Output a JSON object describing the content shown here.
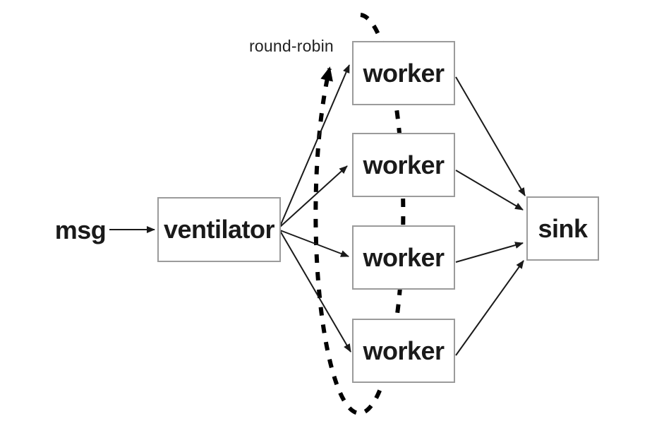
{
  "labels": {
    "msg": "msg",
    "round_robin": "round-robin"
  },
  "nodes": [
    {
      "id": "ventilator",
      "label": "ventilator"
    },
    {
      "id": "worker-1",
      "label": "worker"
    },
    {
      "id": "worker-2",
      "label": "worker"
    },
    {
      "id": "worker-3",
      "label": "worker"
    },
    {
      "id": "worker-4",
      "label": "worker"
    },
    {
      "id": "sink",
      "label": "sink"
    }
  ],
  "edges": [
    {
      "from": "msg",
      "to": "ventilator",
      "style": "solid-arrow"
    },
    {
      "from": "ventilator",
      "to": "worker-1",
      "style": "solid-arrow"
    },
    {
      "from": "ventilator",
      "to": "worker-2",
      "style": "solid-arrow"
    },
    {
      "from": "ventilator",
      "to": "worker-3",
      "style": "solid-arrow"
    },
    {
      "from": "ventilator",
      "to": "worker-4",
      "style": "solid-arrow"
    },
    {
      "from": "worker-1",
      "to": "sink",
      "style": "solid-arrow"
    },
    {
      "from": "worker-2",
      "to": "sink",
      "style": "solid-arrow"
    },
    {
      "from": "worker-3",
      "to": "sink",
      "style": "solid-arrow"
    },
    {
      "from": "worker-4",
      "to": "sink",
      "style": "solid-arrow"
    },
    {
      "name": "round-robin-loop",
      "label": "round-robin",
      "style": "dashed-loop-arrow",
      "through": [
        "worker-1",
        "worker-2",
        "worker-3",
        "worker-4"
      ]
    }
  ],
  "colors": {
    "background": "#ffffff",
    "node_fill": "#ffffff",
    "node_border": "#9b9b9b",
    "text": "#1a1a1a",
    "arrow_line": "#1a1a1a",
    "dashed_loop": "#000000"
  }
}
